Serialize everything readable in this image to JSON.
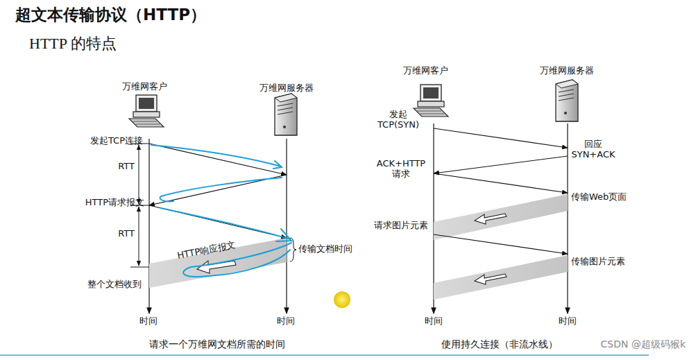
{
  "diagram": {
    "title": "超文本传输协议（HTTP）",
    "labels": [
      "HTTP 的特点",
      "万维网客户",
      "万维网服务器",
      "发起TCP连接",
      "RTT",
      "HTTP请求报文",
      "RTT",
      "HTTP响应报文",
      "传输文档时间",
      "整个文档收到",
      "时间",
      "时间",
      "请求一个万维网文档所需的时间",
      "万维网客户",
      "万维网服务器",
      "发起 TCP(SYN)",
      "回应 SYN+ACK",
      "ACK+HTTP 请求",
      "传输Web页面",
      "请求图片元素",
      "传输图片元素",
      "时间",
      "时间",
      "使用持久连接（非流水线）",
      "CSDN @超级码猴k"
    ]
  }
}
